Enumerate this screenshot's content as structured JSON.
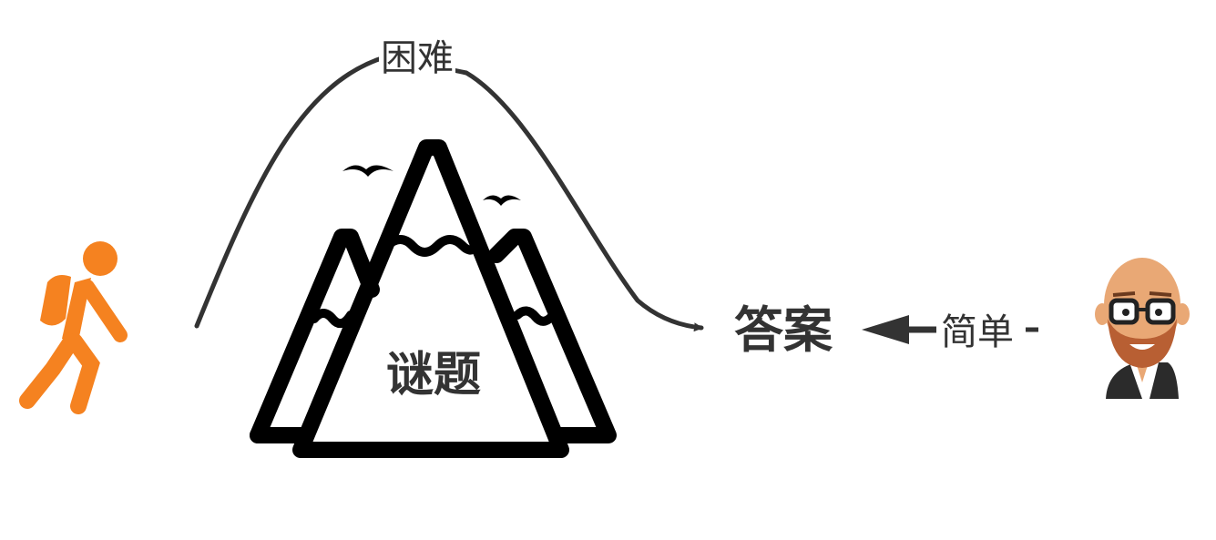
{
  "labels": {
    "difficult": "困难",
    "puzzle": "谜题",
    "answer": "答案",
    "simple": "简单"
  },
  "icons": {
    "hiker": "hiker-icon",
    "mountain": "mountain-icon",
    "expert": "bald-man-glasses-icon"
  },
  "colors": {
    "hiker": "#F58220",
    "arrow": "#333333",
    "mountain": "#000000",
    "skin": "#E9A875",
    "beard": "#B85F33",
    "suit": "#2B2B2B"
  }
}
